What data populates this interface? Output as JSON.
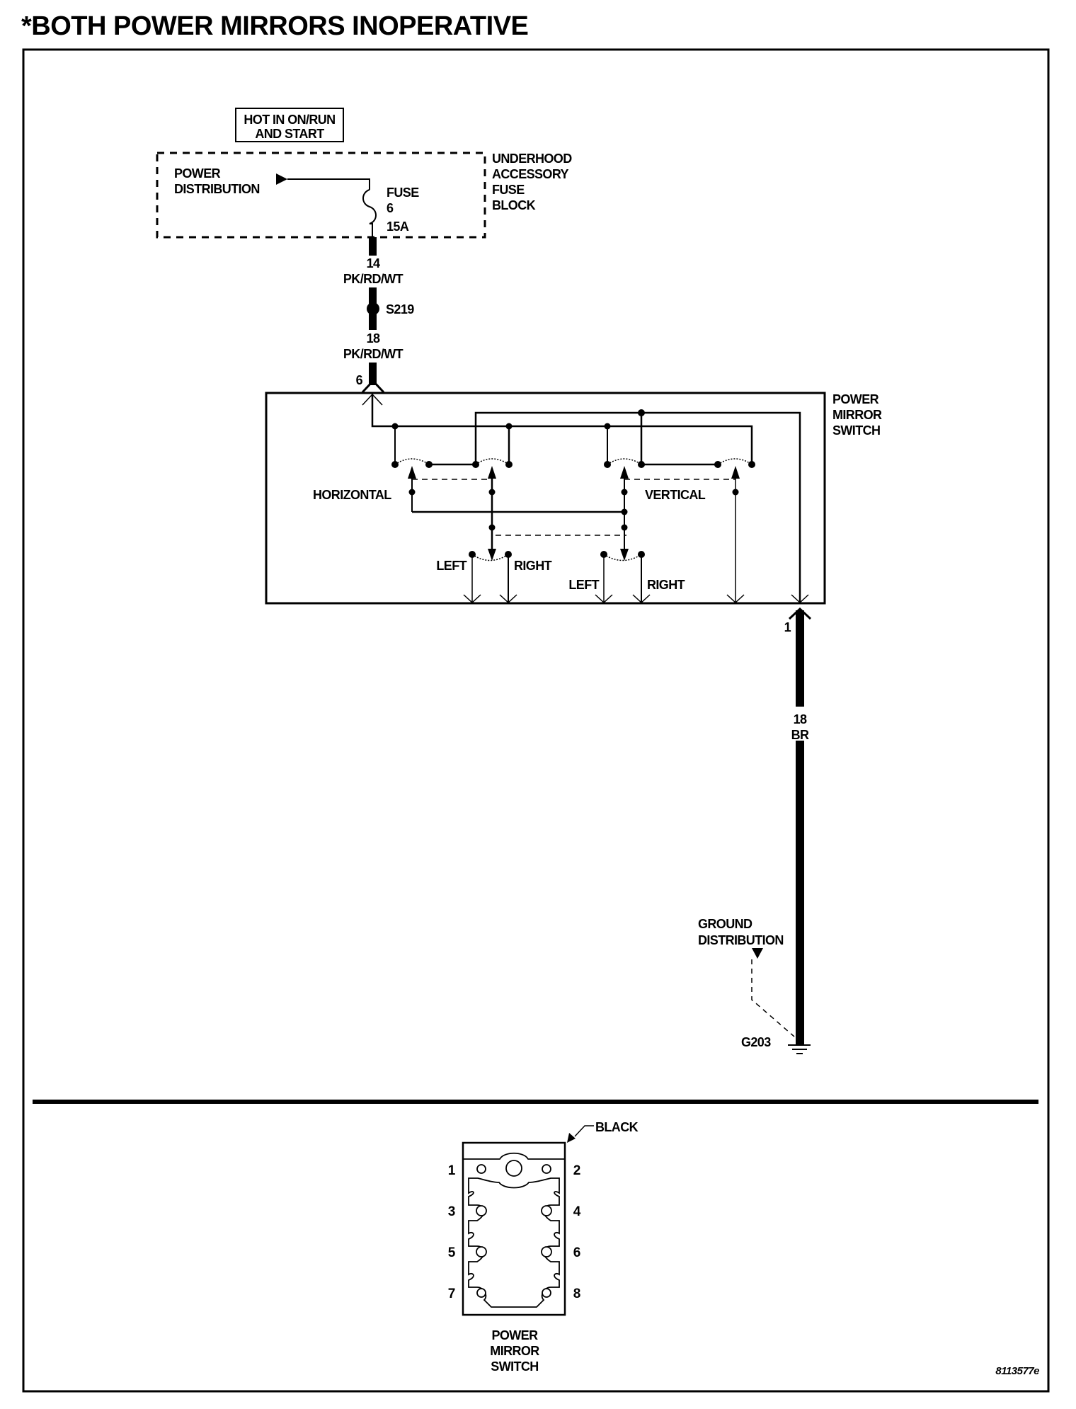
{
  "title": "*BOTH POWER MIRRORS INOPERATIVE",
  "power_source": {
    "condition_label_line1": "HOT IN ON/RUN",
    "condition_label_line2": "AND START",
    "block_label": [
      "UNDERHOOD",
      "ACCESSORY",
      "FUSE",
      "BLOCK"
    ],
    "distribution_label": [
      "POWER",
      "DISTRIBUTION"
    ],
    "fuse": {
      "label": "FUSE",
      "number": "6",
      "rating": "15A"
    }
  },
  "feed_circuit": {
    "upper_wire": {
      "gauge": "14",
      "color_code": "PK/RD/WT"
    },
    "splice": "S219",
    "lower_wire": {
      "gauge": "18",
      "color_code": "PK/RD/WT"
    },
    "connector_pin": "6"
  },
  "switch": {
    "name": [
      "POWER",
      "MIRROR",
      "SWITCH"
    ],
    "horizontal_label": "HORIZONTAL",
    "vertical_label": "VERTICAL",
    "horizontal_left_label": "LEFT",
    "horizontal_right_label": "RIGHT",
    "vertical_left_label": "LEFT",
    "vertical_right_label": "RIGHT"
  },
  "ground_circuit": {
    "connector_pin": "1",
    "wire": {
      "gauge": "18",
      "color_code": "BR"
    },
    "distribution_label": [
      "GROUND",
      "DISTRIBUTION"
    ],
    "ground_id": "G203"
  },
  "connector_view": {
    "color_label": "BLACK",
    "pins_left": [
      "1",
      "3",
      "5",
      "7"
    ],
    "pins_right": [
      "2",
      "4",
      "6",
      "8"
    ],
    "name": [
      "POWER",
      "MIRROR",
      "SWITCH"
    ]
  },
  "figure_id": "8113577e"
}
